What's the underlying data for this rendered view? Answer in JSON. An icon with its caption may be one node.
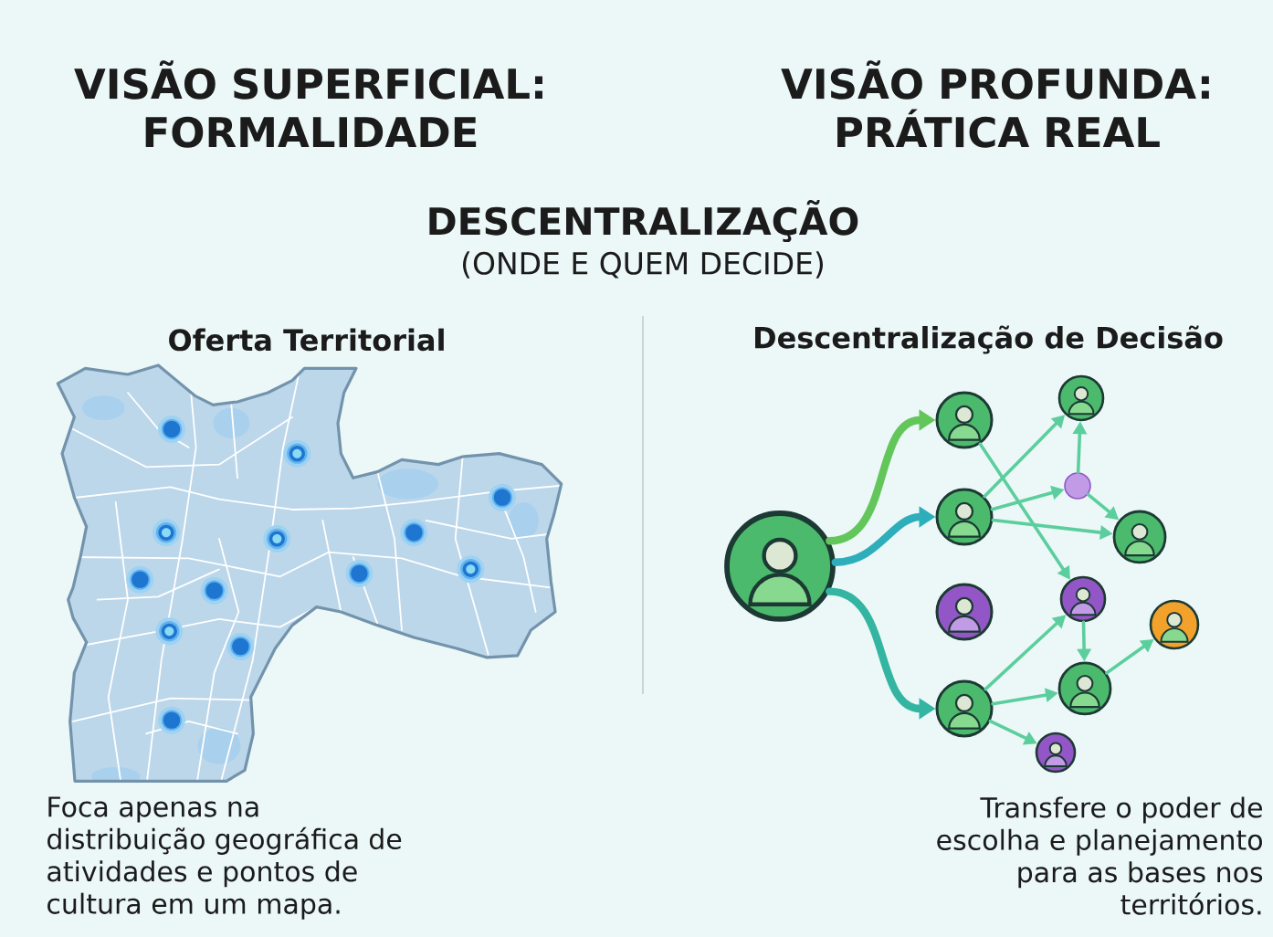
{
  "diagram": {
    "nodes": [
      {
        "text": [],
        "shape": "person"
      },
      {
        "text": [],
        "shape": "person"
      },
      {
        "text": [],
        "shape": "person"
      },
      {
        "text": [],
        "shape": "person"
      },
      {
        "text": [],
        "shape": "person"
      },
      {
        "text": [],
        "shape": "person"
      },
      {
        "text": [],
        "shape": "circle"
      },
      {
        "text": [],
        "shape": "person"
      },
      {
        "text": [],
        "shape": "person"
      },
      {
        "text": [],
        "shape": "person"
      },
      {
        "text": [],
        "shape": "person"
      },
      {
        "text": [],
        "shape": "person"
      }
    ],
    "edges": [
      {
        "from": 0,
        "to": 1,
        "arrow": "to",
        "style": "thick",
        "color": "#62c65b"
      },
      {
        "from": 0,
        "to": 2,
        "arrow": "to",
        "style": "thick",
        "color": "#2eaebb"
      },
      {
        "from": 0,
        "to": 4,
        "arrow": "to",
        "style": "thick",
        "color": "#33b5a2"
      },
      {
        "from": 1,
        "to": 8,
        "arrow": "to"
      },
      {
        "from": 2,
        "to": 5,
        "arrow": "to"
      },
      {
        "from": 2,
        "to": 6,
        "arrow": "to"
      },
      {
        "from": 2,
        "to": 7,
        "arrow": "to"
      },
      {
        "from": 6,
        "to": 5,
        "arrow": "to"
      },
      {
        "from": 6,
        "to": 7,
        "arrow": "to"
      },
      {
        "from": 4,
        "to": 8,
        "arrow": "to"
      },
      {
        "from": 4,
        "to": 10,
        "arrow": "to"
      },
      {
        "from": 4,
        "to": 11,
        "arrow": "to"
      },
      {
        "from": 8,
        "to": 10,
        "arrow": "to"
      },
      {
        "from": 10,
        "to": 9,
        "arrow": "to"
      }
    ],
    "labels": [
      "VISÃO SUPERFICIAL: FORMALIDADE",
      "VISÃO PROFUNDA: PRÁTICA REAL",
      "DESCENTRALIZAÇÃO",
      "(ONDE E QUEM DECIDE)",
      "Oferta Territorial",
      "Descentralização de Decisão",
      "Foca apenas na distribuição geográfica de atividades e pontos de cultura em um mapa.",
      "Transfere o poder de escolha e planejamento para as bases nos territórios."
    ]
  }
}
